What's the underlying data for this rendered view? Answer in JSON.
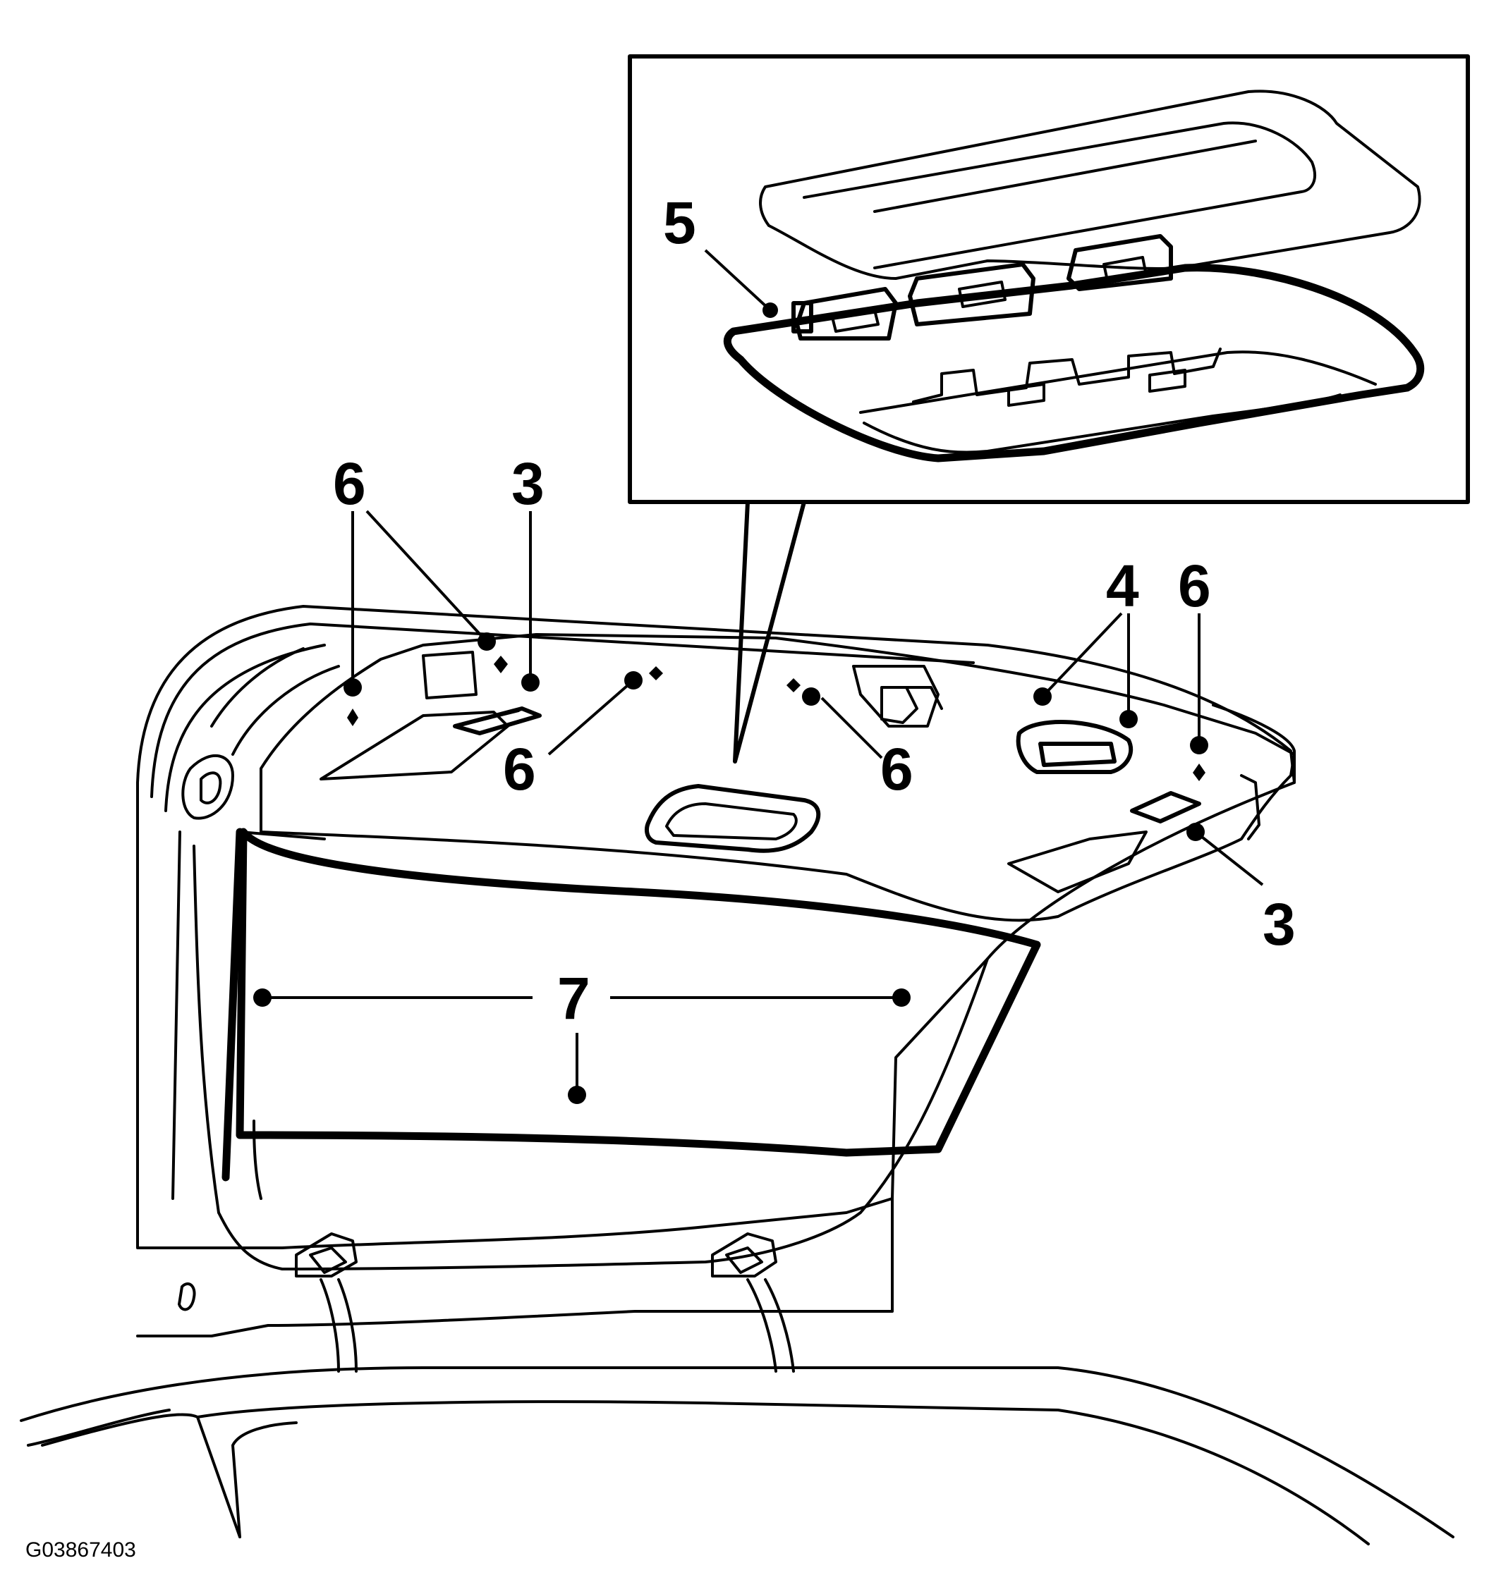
{
  "figure_id": "G03867403",
  "callouts": {
    "c5": "5",
    "c6_left": "6",
    "c3_left": "3",
    "c6_center_left": "6",
    "c6_center_right": "6",
    "c4": "4",
    "c6_right": "6",
    "c3_right": "3",
    "c7": "7"
  }
}
